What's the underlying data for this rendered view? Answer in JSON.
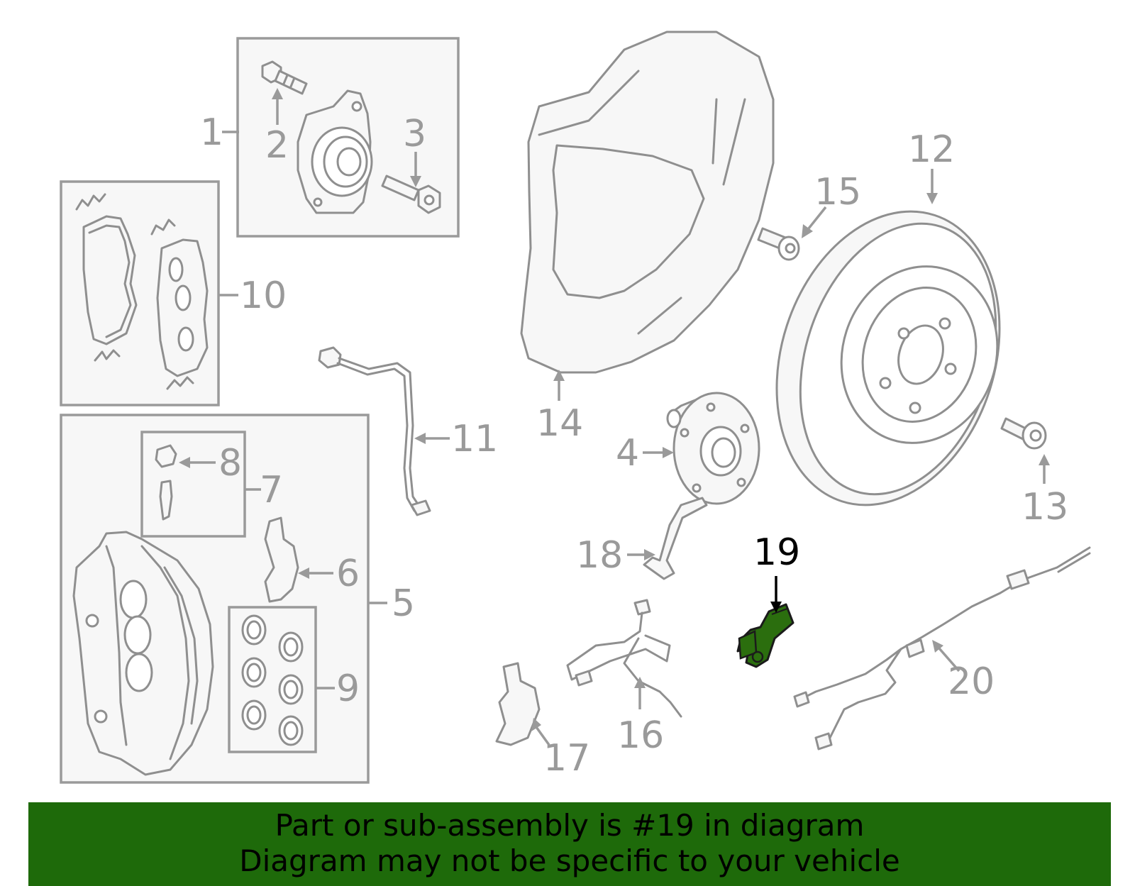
{
  "labels": {
    "l1": "1",
    "l2": "2",
    "l3": "3",
    "l4": "4",
    "l5": "5",
    "l6": "6",
    "l7": "7",
    "l8": "8",
    "l9": "9",
    "l10": "10",
    "l11": "11",
    "l12": "12",
    "l13": "13",
    "l14": "14",
    "l15": "15",
    "l16": "16",
    "l17": "17",
    "l18": "18",
    "l19": "19",
    "l20": "20"
  },
  "highlight": {
    "part": "19",
    "color": "#2b6e0e"
  },
  "footer": {
    "line1": "Part or sub-assembly is #19 in diagram",
    "line2": "Diagram may not be specific to your vehicle",
    "color": "#1e6a0a"
  }
}
